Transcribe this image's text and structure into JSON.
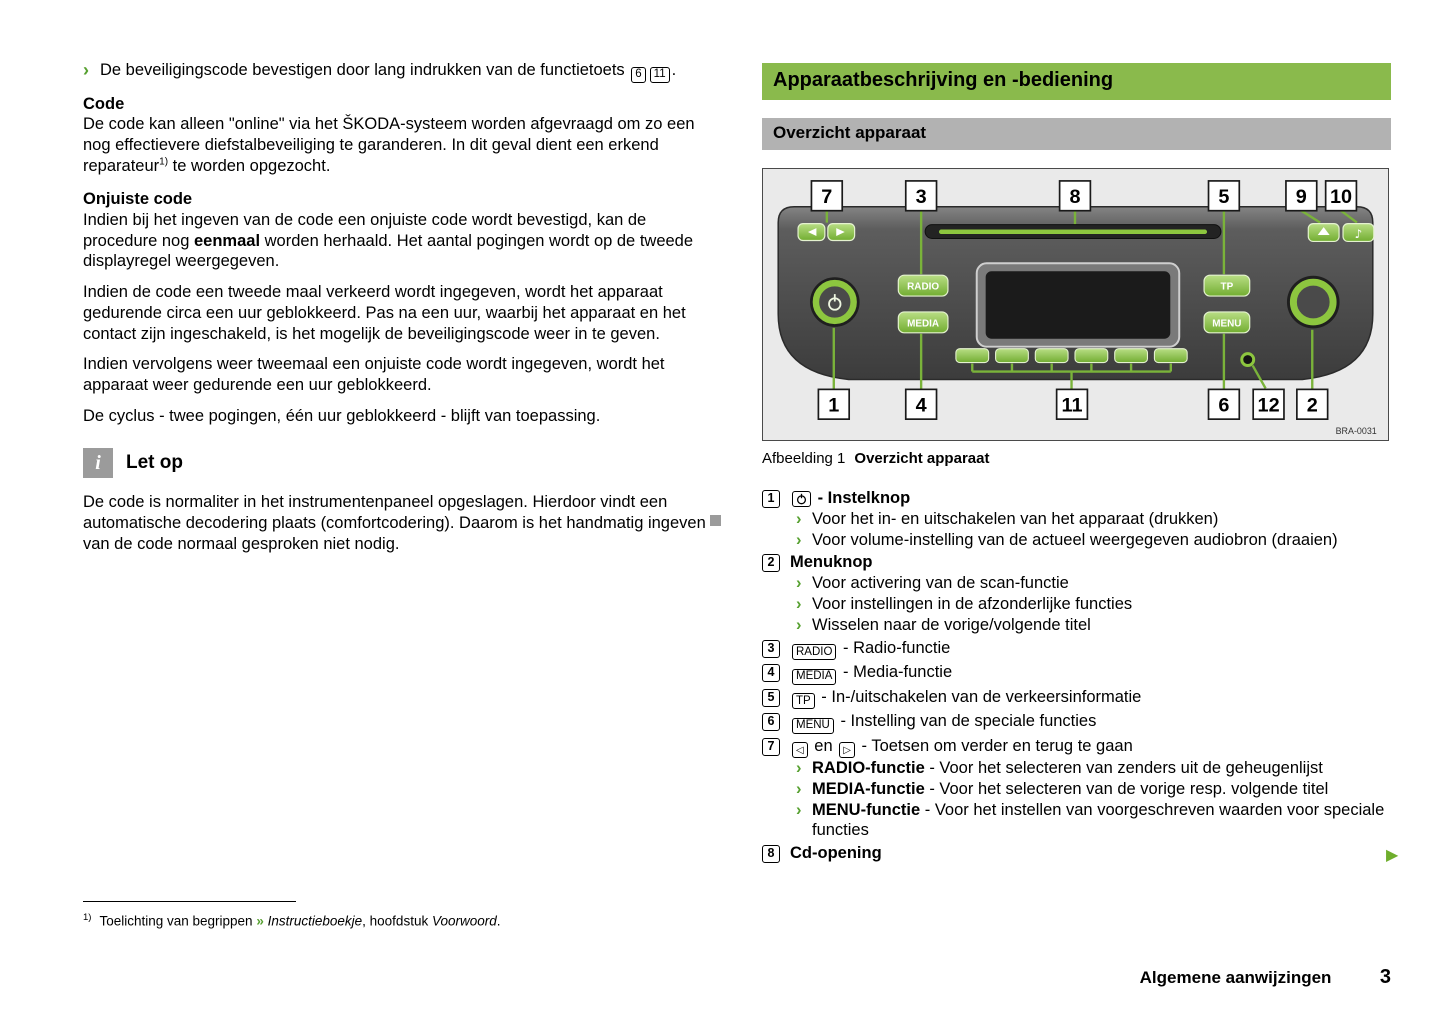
{
  "icons": {
    "chevron_bullet": "›",
    "guillemet": "»",
    "arrow_left": "◁",
    "arrow_right": "▷",
    "continue_arrow": "▶",
    "info": "i",
    "music_note": "♪"
  },
  "colors": {
    "accent_green": "#8aba4c",
    "button_green": "#8dc63f",
    "bar_gray": "#b2b2b2"
  },
  "left": {
    "intro": {
      "text": "De beveiligingscode bevestigen door lang indrukken van de functietoets ",
      "key1": "6",
      "key2": "11",
      "period": "."
    },
    "code": {
      "heading": "Code",
      "p_a": "De code kan alleen \"online\" via het ŠKODA-systeem worden afgevraagd om zo een nog effectievere diefstalbeveiliging te garanderen. In dit geval dient een erkend reparateur",
      "sup": "1)",
      "p_b": " te worden opgezocht."
    },
    "wrong_code": {
      "heading": "Onjuiste code",
      "p1_a": "Indien bij het ingeven van de code een onjuiste code wordt bevestigd, kan de procedure nog ",
      "p1_bold": "eenmaal",
      "p1_b": " worden herhaald. Het aantal pogingen wordt op de tweede displayregel weergegeven.",
      "p2": "Indien de code een tweede maal verkeerd wordt ingegeven, wordt het apparaat gedurende circa een uur geblokkeerd. Pas na een uur, waarbij het apparaat en het contact zijn ingeschakeld, is het mogelijk de beveiligingscode weer in te geven.",
      "p3": "Indien vervolgens weer tweemaal een onjuiste code wordt ingegeven, wordt het apparaat weer gedurende een uur geblokkeerd.",
      "p4": "De cyclus - twee pogingen, één uur geblokkeerd - blijft van toepassing."
    },
    "note": {
      "title": "Let op",
      "body": "De code is normaliter in het instrumentenpaneel opgeslagen. Hierdoor vindt een automatische decodering plaats (comfortcodering). Daarom is het handmatig ingeven van de code normaal gesproken niet nodig."
    },
    "footnote": {
      "marker": "1)",
      "text_a": "Toelichting van begrippen ",
      "link": "Instructieboekje",
      "text_b": ", hoofdstuk ",
      "text_c": "Voorwoord",
      "text_d": "."
    }
  },
  "right": {
    "section_title": "Apparaatbeschrijving en -bediening",
    "subsection_title": "Overzicht apparaat",
    "figure": {
      "caption_label": "Afbeelding 1",
      "caption_title": "Overzicht apparaat",
      "watermark": "BRA-0031",
      "callouts_top": [
        "7",
        "3",
        "8",
        "5",
        "9",
        "10"
      ],
      "callouts_bottom": [
        "1",
        "4",
        "11",
        "6",
        "12",
        "2"
      ],
      "device_buttons": {
        "radio": "RADIO",
        "media": "MEDIA",
        "tp": "TP",
        "menu": "MENU"
      }
    },
    "items": [
      {
        "num": "1",
        "label": "- Instelknop",
        "subs": [
          "Voor het in- en uitschakelen van het apparaat (drukken)",
          "Voor volume-instelling van de actueel weergegeven audiobron (draaien)"
        ]
      },
      {
        "num": "2",
        "label": "Menuknop",
        "subs": [
          "Voor activering van de scan-functie",
          "Voor instellingen in de afzonderlijke functies",
          "Wisselen naar de vorige/volgende titel"
        ]
      },
      {
        "num": "3",
        "key": "RADIO",
        "text": "- Radio-functie"
      },
      {
        "num": "4",
        "key": "MEDIA",
        "text": "- Media-functie"
      },
      {
        "num": "5",
        "key": "TP",
        "text": "- In-/uitschakelen van de verkeersinformatie"
      },
      {
        "num": "6",
        "key": "MENU",
        "text": "- Instelling van de speciale functies"
      },
      {
        "num": "7",
        "conj": "en",
        "text": "- Toetsen om verder en terug te gaan",
        "subs": [
          {
            "bold": "RADIO-functie",
            "text": " - Voor het selecteren van zenders uit de geheugenlijst"
          },
          {
            "bold": "MEDIA-functie",
            "text": " - Voor het selecteren van de vorige resp. volgende titel"
          },
          {
            "bold": "MENU-functie",
            "text": " - Voor het instellen van voorgeschreven waarden voor speciale functies"
          }
        ]
      },
      {
        "num": "8",
        "label": "Cd-opening"
      }
    ]
  },
  "footer": {
    "section": "Algemene aanwijzingen",
    "page_number": "3"
  }
}
